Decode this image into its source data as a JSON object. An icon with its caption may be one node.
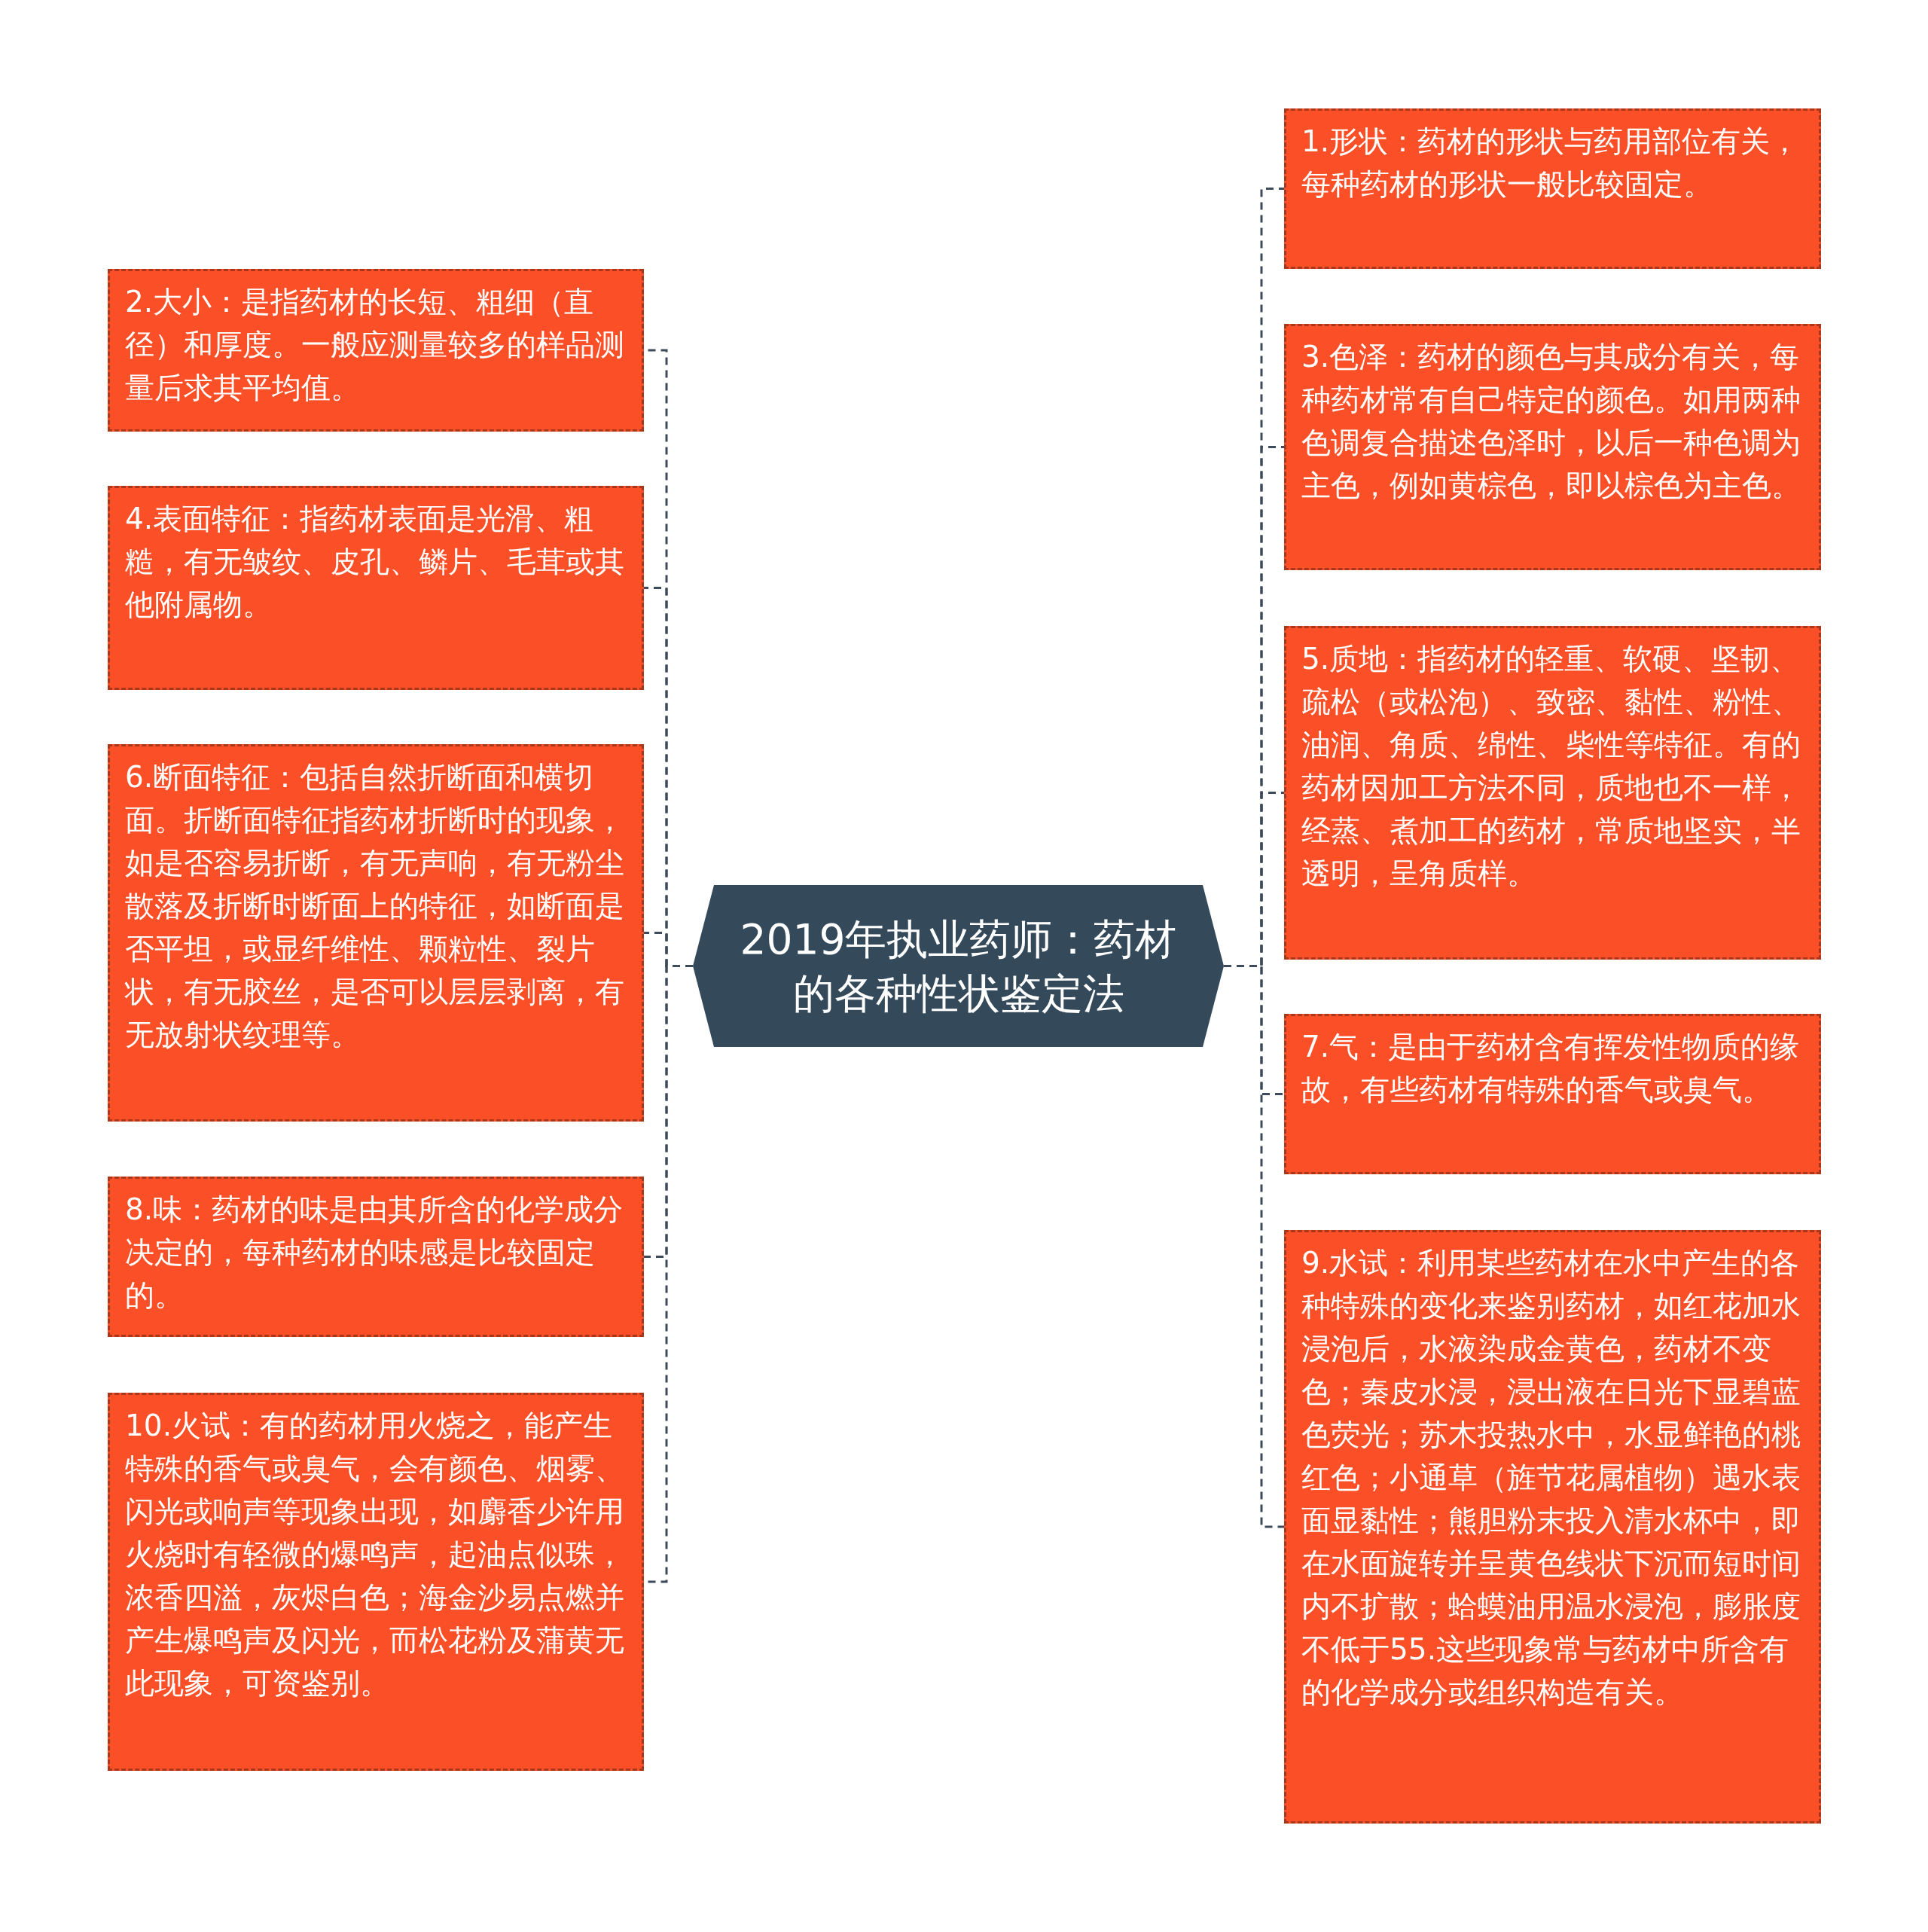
{
  "diagram": {
    "nodes": [
      {
        "text": [
          "2019年执业药师：药材的各种性状鉴定法"
        ]
      },
      {
        "text": [
          "1.形状：药材的形状与药用部位有关，每种药材的形状一般比较固定。"
        ]
      },
      {
        "text": [
          "2.大小：是指药材的长短、粗细（直径）和厚度。一般应测量较多的样品测量后求其平均值。"
        ]
      },
      {
        "text": [
          "3.色泽：药材的颜色与其成分有关，每种药材常有自己特定的颜色。如用两种色调复合描述色泽时，以后一种色调为主色，例如黄棕色，即以棕色为主色。"
        ]
      },
      {
        "text": [
          "4.表面特征：指药材表面是光滑、粗糙，有无皱纹、皮孔、鳞片、毛茸或其他附属物。"
        ]
      },
      {
        "text": [
          "5.质地：指药材的轻重、软硬、坚韧、疏松（或松泡）、致密、黏性、粉性、油润、角质、绵性、柴性等特征。有的药材因加工方法不同，质地也不一样，经蒸、煮加工的药材，常质地坚实，半透明，呈角质样。"
        ]
      },
      {
        "text": [
          "6.断面特征：包括自然折断面和横切面。折断面特征指药材折断时的现象，如是否容易折断，有无声响，有无粉尘散落及折断时断面上的特征，如断面是否平坦，或显纤维性、颗粒性、裂片状，有无胶丝，是否可以层层剥离，有无放射状纹理等。"
        ]
      },
      {
        "text": [
          "7.气：是由于药材含有挥发性物质的缘故，有些药材有特殊的香气或臭气。"
        ]
      },
      {
        "text": [
          "8.味：药材的味是由其所含的化学成分决定的，每种药材的味感是比较固定的。"
        ]
      },
      {
        "text": [
          "9.水试：利用某些药材在水中产生的各种特殊的变化来鉴别药材，如红花加水浸泡后，水液染成金黄色，药材不变色；秦皮水浸，浸出液在日光下显碧蓝色荧光；苏木投热水中，水显鲜艳的桃红色；小通草（旌节花属植物）遇水表面显黏性；熊胆粉末投入清水杯中，即在水面旋转并呈黄色线状下沉而短时间内不扩散；蛤蟆油用温水浸泡，膨胀度不低于55.这些现象常与药材中所含有的化学成分或组织构造有关。"
        ]
      },
      {
        "text": [
          "10.火试：有的药材用火烧之，能产生特殊的香气或臭气，会有颜色、烟雾、闪光或响声等现象出现，如麝香少许用火烧时有轻微的爆鸣声，起油点似珠，浓香四溢，灰烬白色；海金沙易点燃并产生爆鸣声及闪光，而松花粉及蒲黄无此现象，可资鉴别。"
        ]
      }
    ],
    "edges": [
      {
        "from": 0,
        "to": 1,
        "arrow": "none",
        "style": "dashed"
      },
      {
        "from": 0,
        "to": 2,
        "arrow": "none",
        "style": "dashed"
      },
      {
        "from": 0,
        "to": 3,
        "arrow": "none",
        "style": "dashed"
      },
      {
        "from": 0,
        "to": 4,
        "arrow": "none",
        "style": "dashed"
      },
      {
        "from": 0,
        "to": 5,
        "arrow": "none",
        "style": "dashed"
      },
      {
        "from": 0,
        "to": 6,
        "arrow": "none",
        "style": "dashed"
      },
      {
        "from": 0,
        "to": 7,
        "arrow": "none",
        "style": "dashed"
      },
      {
        "from": 0,
        "to": 8,
        "arrow": "none",
        "style": "dashed"
      },
      {
        "from": 0,
        "to": 9,
        "arrow": "none",
        "style": "dashed"
      },
      {
        "from": 0,
        "to": 10,
        "arrow": "none",
        "style": "dashed"
      }
    ]
  }
}
